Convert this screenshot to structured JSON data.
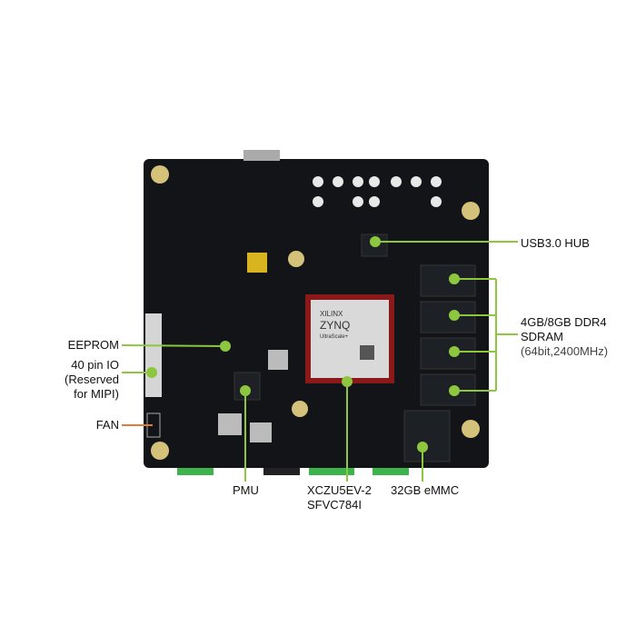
{
  "colors": {
    "board": "#121417",
    "callout": "#8dc63f",
    "fan_callout": "#e07b39",
    "chip": "#d9d9d9"
  },
  "chip": {
    "brand": "XILINX",
    "family": "ZYNQ",
    "sub": "UltraScale+"
  },
  "callouts": {
    "usb_hub": "USB3.0 HUB",
    "ddr_line1": "4GB/8GB DDR4",
    "ddr_line2": "SDRAM",
    "ddr_line3": "(64bit,2400MHz)",
    "eeprom": "EEPROM",
    "io_line1": "40 pin IO",
    "io_line2": "(Reserved",
    "io_line3": "for MIPI)",
    "fan": "FAN",
    "pmu": "PMU",
    "soc_line1": "XCZU5EV-2",
    "soc_line2": "SFVC784I",
    "emmc": "32GB eMMC"
  }
}
